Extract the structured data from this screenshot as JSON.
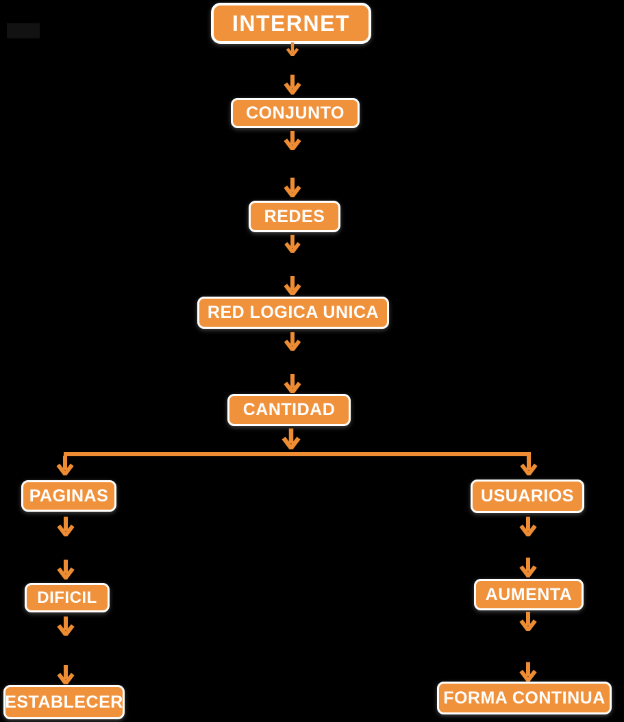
{
  "diagram": {
    "type": "flowchart",
    "language": "es",
    "colors": {
      "background": "#000000",
      "node_fill": "#F0923C",
      "node_border": "#FFFFFF",
      "arrow": "#ED8C33",
      "text": "#FFFFFF"
    },
    "nodes": [
      {
        "id": "internet",
        "label": "INTERNET"
      },
      {
        "id": "conjunto",
        "label": "CONJUNTO"
      },
      {
        "id": "redes",
        "label": "REDES"
      },
      {
        "id": "red-logica-unica",
        "label": "RED LOGICA UNICA"
      },
      {
        "id": "cantidad",
        "label": "CANTIDAD"
      },
      {
        "id": "paginas",
        "label": "PAGINAS"
      },
      {
        "id": "usuarios",
        "label": "USUARIOS"
      },
      {
        "id": "dificil",
        "label": "DIFICIL"
      },
      {
        "id": "aumenta",
        "label": "AUMENTA"
      },
      {
        "id": "establecer",
        "label": "ESTABLECER"
      },
      {
        "id": "forma-continua",
        "label": "FORMA CONTINUA"
      }
    ],
    "edges": [
      {
        "from": "INTERNET",
        "to": "CONJUNTO"
      },
      {
        "from": "CONJUNTO",
        "to": "REDES"
      },
      {
        "from": "REDES",
        "to": "RED LOGICA UNICA"
      },
      {
        "from": "RED LOGICA UNICA",
        "to": "CANTIDAD"
      },
      {
        "from": "CANTIDAD",
        "to": "PAGINAS"
      },
      {
        "from": "CANTIDAD",
        "to": "USUARIOS"
      },
      {
        "from": "PAGINAS",
        "to": "DIFICIL"
      },
      {
        "from": "DIFICIL",
        "to": "ESTABLECER"
      },
      {
        "from": "USUARIOS",
        "to": "AUMENTA"
      },
      {
        "from": "AUMENTA",
        "to": "FORMA CONTINUA"
      }
    ]
  }
}
